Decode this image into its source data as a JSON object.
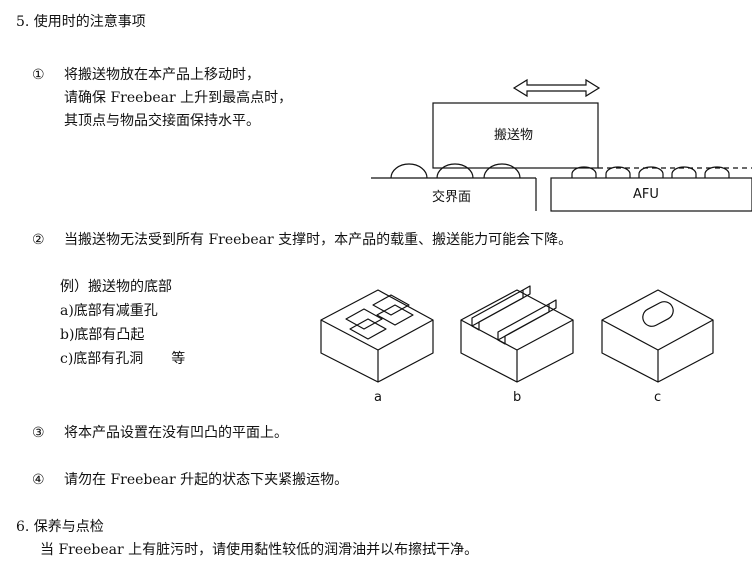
{
  "section5": {
    "heading": "5.  使用时的注意事项",
    "item1": {
      "marker": "①",
      "lines": [
        "将搬送物放在本产品上移动时，",
        "请确保 Freebear 上升到最高点时，",
        "其顶点与物品交接面保持水平。"
      ],
      "diagram": {
        "load_label": "搬送物",
        "boundary_label": "交界面",
        "afu_label": "AFU"
      }
    },
    "item2": {
      "marker": "②",
      "text": "当搬送物无法受到所有 Freebear 支撑时，本产品的载重、搬送能力可能会下降。",
      "examples": [
        "例）搬送物的底部",
        "a)底部有减重孔",
        "b)底部有凸起",
        "c)底部有孔洞　　等"
      ],
      "figure_labels": [
        "a",
        "b",
        "c"
      ]
    },
    "item3": {
      "marker": "③",
      "text": "将本产品设置在没有凹凸的平面上。"
    },
    "item4": {
      "marker": "④",
      "text": "请勿在 Freebear 升起的状态下夹紧搬运物。"
    }
  },
  "section6": {
    "heading": "6.  保养与点检",
    "text": "当 Freebear 上有脏污时，请使用黏性较低的润滑油并以布擦拭干净。"
  }
}
